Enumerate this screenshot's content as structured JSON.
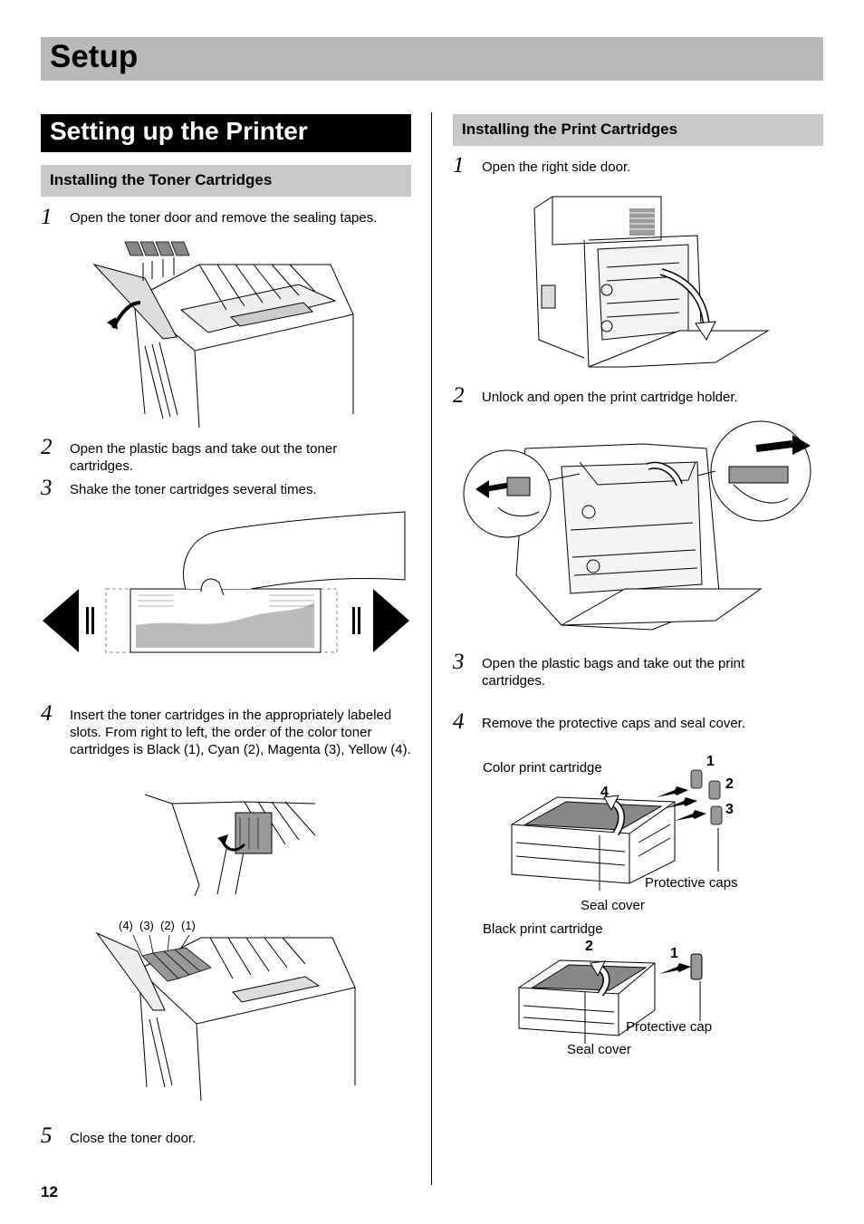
{
  "page": {
    "section_title": "Setup",
    "page_number": "12"
  },
  "left": {
    "title": "Setting up the Printer",
    "subtitle": "Installing the Toner Cartridges",
    "steps": [
      {
        "num": "1",
        "text": "Open the toner door and remove the sealing tapes."
      },
      {
        "num": "2",
        "text": "Open the plastic bags and take out the toner cartridges."
      },
      {
        "num": "3",
        "text": "Shake the toner cartridges several times."
      },
      {
        "num": "4",
        "text": "Insert the toner cartridges in the appropriately labeled slots. From right to left, the order of the color toner cartridges is Black (1), Cyan (2), Magenta (3), Yellow (4)."
      },
      {
        "num": "5",
        "text": "Close the toner door."
      }
    ],
    "slot_labels": [
      "(4)",
      "(3)",
      "(2)",
      "(1)"
    ]
  },
  "right": {
    "subtitle": "Installing the Print Cartridges",
    "steps": [
      {
        "num": "1",
        "text": "Open the right side door."
      },
      {
        "num": "2",
        "text": "Unlock and open the print cartridge holder."
      },
      {
        "num": "3",
        "text": "Open the plastic bags and take out the print cartridges."
      },
      {
        "num": "4",
        "text": "Remove the protective caps and seal cover."
      }
    ],
    "color_cartridge": {
      "label": "Color print cartridge",
      "seal_number": "4",
      "cap_numbers": [
        "1",
        "2",
        "3"
      ],
      "caps_label": "Protective caps",
      "seal_label": "Seal cover"
    },
    "black_cartridge": {
      "label": "Black print cartridge",
      "seal_number": "2",
      "cap_number": "1",
      "cap_label": "Protective cap",
      "seal_label": "Seal cover"
    }
  }
}
